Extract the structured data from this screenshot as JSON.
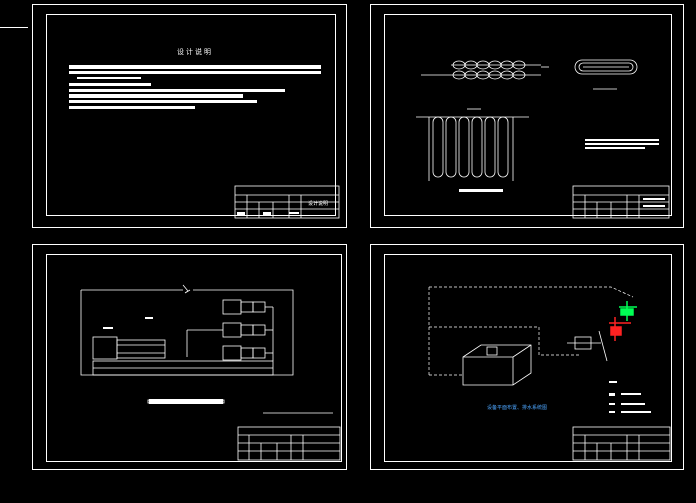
{
  "sheets": [
    {
      "id": "sheet-1",
      "title": "设计说明",
      "titleblock_name": "设计说明"
    },
    {
      "id": "sheet-2",
      "title": ""
    },
    {
      "id": "sheet-3",
      "title": ""
    },
    {
      "id": "sheet-4",
      "title": "",
      "caption": "设备平面布置、排水系统图"
    }
  ],
  "colors": {
    "line": "#ffffff",
    "accent_green": "#00ff55",
    "accent_red": "#ff2222",
    "caption": "#4da6ff"
  }
}
